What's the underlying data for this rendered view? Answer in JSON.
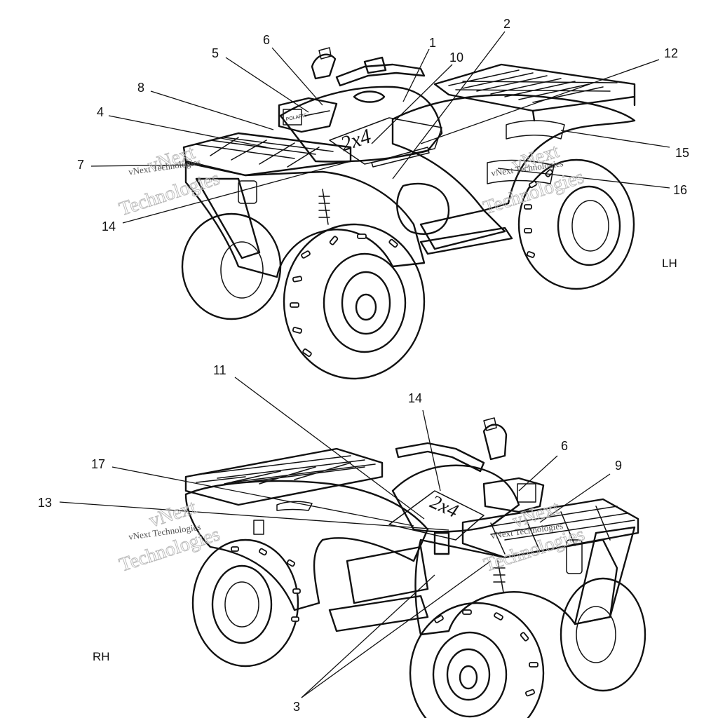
{
  "views": {
    "left": {
      "label": "LH"
    },
    "right": {
      "label": "RH"
    }
  },
  "callouts": {
    "c1": "1",
    "c2": "2",
    "c3": "3",
    "c4": "4",
    "c5": "5",
    "c6a": "6",
    "c6b": "6",
    "c7": "7",
    "c8": "8",
    "c9": "9",
    "c10": "10",
    "c11": "11",
    "c12": "12",
    "c13": "13",
    "c14a": "14",
    "c14b": "14",
    "c15": "15",
    "c16": "16",
    "c17": "17"
  },
  "decal_text": {
    "model_badge": "2x4",
    "brand_strip": "POLARIS"
  },
  "watermarks": {
    "brand_line": "vNext Technologies",
    "word_top": "vNext",
    "word_bottom": "Technologies"
  }
}
